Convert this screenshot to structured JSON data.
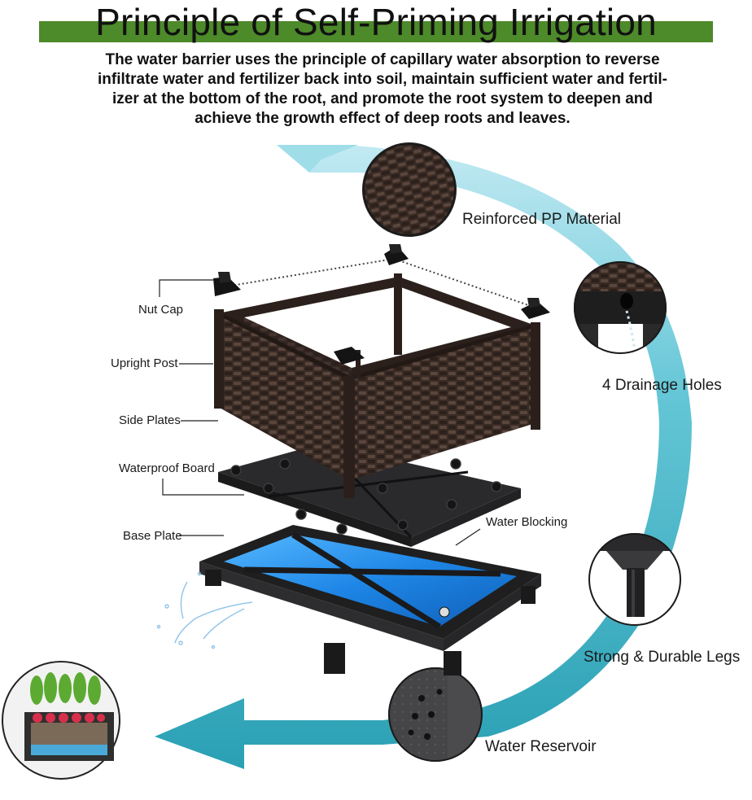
{
  "header": {
    "title": "Principle of Self-Priming Irrigation",
    "description_lines": [
      "The water barrier uses the principle of capillary water absorption to reverse",
      "infiltrate water and fertilizer back into soil, maintain sufficient water and fertil-",
      "izer at the bottom of the root, and promote the root system to deepen and",
      "achieve the growth effect of deep roots and leaves."
    ]
  },
  "parts_labels": {
    "nut_cap": "Nut Cap",
    "upright_post": "Upright Post",
    "side_plates": "Side Plates",
    "waterproof_board": "Waterproof Board",
    "base_plate": "Base Plate",
    "water_blocking": "Water Blocking"
  },
  "features": {
    "reinforced": "Reinforced PP Material",
    "drainage": "4 Drainage Holes",
    "legs": "Strong & Durable Legs",
    "reservoir": "Water Reservoir"
  },
  "colors": {
    "title_bar": "#4d8a2a",
    "arrow_teal": "#2ea6b8",
    "planter_brown": "#3b2c26",
    "water_blue": "#2a8fe0"
  }
}
